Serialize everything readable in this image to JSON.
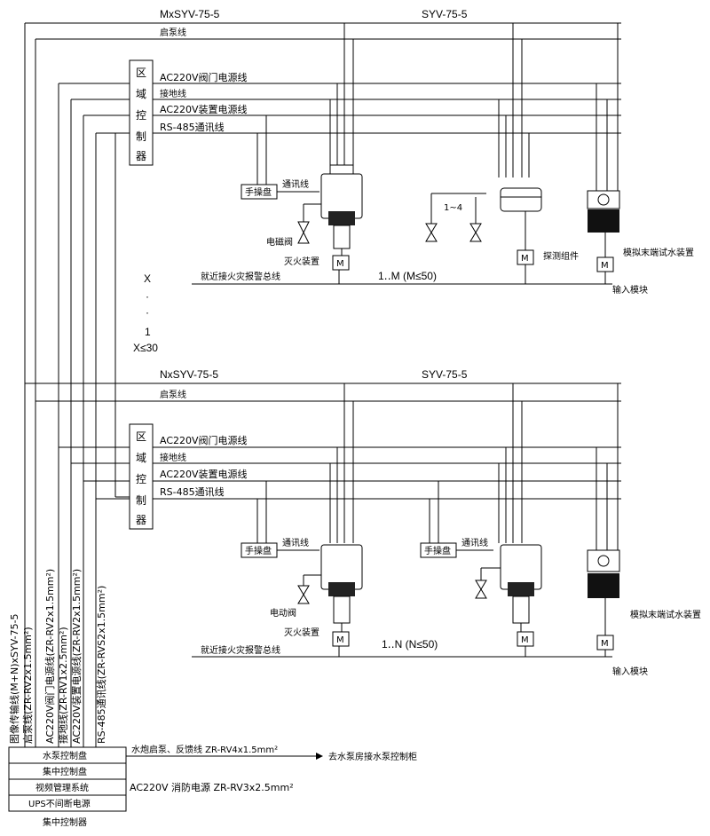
{
  "labels": {
    "trunk_top_left": "MxSYV-75-5",
    "trunk_top_right": "SYV-75-5",
    "trunk_bottom_left": "NxSYV-75-5",
    "trunk_bottom_right": "SYV-75-5",
    "pump_start_line": "启泵线",
    "ac220_valve": "AC220V阀门电源线",
    "ground_line": "接地线",
    "ac220_device": "AC220V装置电源线",
    "rs485_line": "RS-485通讯线",
    "zone_controller": [
      "区",
      "域",
      "控",
      "制",
      "器"
    ],
    "manual_panel": "手操盘",
    "comm_line": "通讯线",
    "solenoid_valve": "电磁阀",
    "motor_valve": "电动阀",
    "fire_extinguisher": "灭火装置",
    "detector_assembly": "探测组件",
    "sim_test_device": "模拟末端试水装置",
    "input_module": "输入模块",
    "fire_alarm_bus": "就近接火灾报警总线",
    "range_1_4": "1~4",
    "range_m": "1‥M (M≤50)",
    "range_n": "1‥N (N≤50)",
    "module_m": "M",
    "zone_x": "X",
    "zone_dot": "·",
    "zone_one": "1",
    "zone_limit": "X≤30"
  },
  "vertical_cables": [
    "图像传输线(M+N)xSYV-75-5",
    "启泵线(ZR-RV2x1.5mm²)",
    "AC220V阀门电源线(ZR-RV2x1.5mm²)",
    "接地线(ZR-RV1x2.5mm²)",
    "AC220V装置电源线(ZR-RV2x1.5mm²)",
    "RS-485通讯线(ZR-RVS2x1.5mm²)"
  ],
  "control_room": {
    "rows": [
      "水泵控制盘",
      "集中控制盘",
      "视频管理系统",
      "UPS不间断电源"
    ],
    "footer": "集中控制器",
    "pump_note": "水炮启泵、反馈线 ZR-RV4x1.5mm²",
    "pump_target": "去水泵房接水泵控制柜",
    "power_note": "AC220V 消防电源 ZR-RV3x2.5mm²"
  }
}
